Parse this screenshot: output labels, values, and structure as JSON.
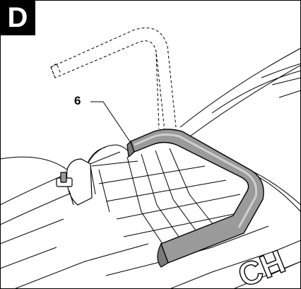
{
  "figure": {
    "panel_letter": "D",
    "callout_number": "6",
    "stamped_text": "CH"
  },
  "colors": {
    "line": "#000000",
    "handle_fill": "#9a9a9a",
    "handle_highlight": "#cfcfcf",
    "background": "#ffffff"
  }
}
